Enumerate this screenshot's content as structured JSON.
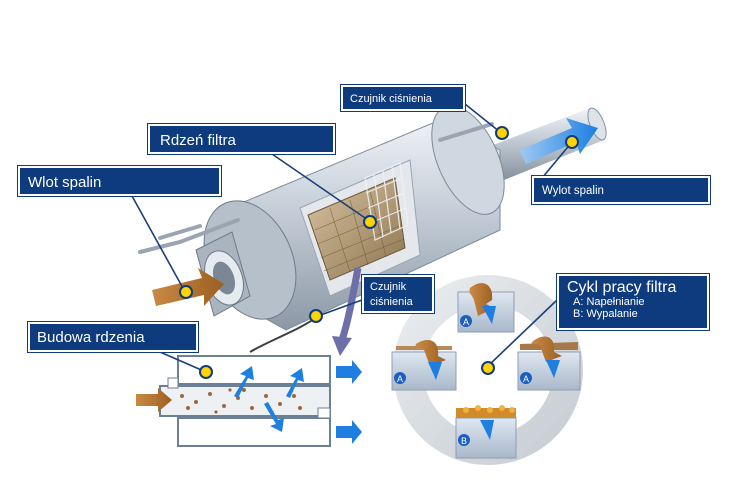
{
  "labels": {
    "czujnik_top": "Czujnik ciśnienia",
    "rdzen": "Rdzeń filtra",
    "wlot": "Wlot spalin",
    "wylot": "Wylot spalin",
    "czujnik_mid_line1": "Czujnik",
    "czujnik_mid_line2": "ciśnienia",
    "budowa": "Budowa rdzenia",
    "cykl_title": "Cykl pracy filtra",
    "cykl_a": "A: Napełnianie",
    "cykl_b": "B: Wypalanie"
  },
  "cycle_markers": {
    "top": "A",
    "left": "A",
    "right": "A",
    "bottom": "B"
  },
  "colors": {
    "label_bg": "#0d3b7e",
    "pointer_dot": "#ffd400",
    "arrow_blue": "#1e7fe0",
    "soot_brown": "#b8732e",
    "metal": "#c9d2dc"
  }
}
